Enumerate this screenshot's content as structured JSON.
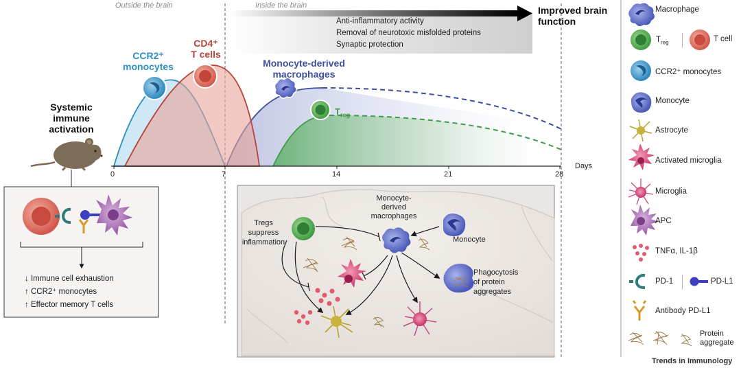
{
  "regions": {
    "outside": "Outside the brain",
    "inside": "Inside the brain"
  },
  "banner": {
    "lines": [
      "Anti-inflammatory activity",
      "Removal of neurotoxic misfolded proteins",
      "Synaptic protection"
    ]
  },
  "outcome": "Improved brain\nfunction",
  "systemic": "Systemic\nimmune\nactivation",
  "curves": {
    "ccr2": {
      "label": "CCR2⁺\nmonocytes",
      "color": "#2d8fbf"
    },
    "cd4": {
      "label": "CD4⁺\nT cells",
      "color": "#b6453b"
    },
    "mdm": {
      "label": "Monocyte-derived\nmacrophages",
      "color": "#3c4f9c"
    },
    "treg": {
      "label": "T",
      "sub": "reg",
      "color": "#3f9a4a"
    }
  },
  "axis": {
    "ticks": [
      "0",
      "7",
      "14",
      "21",
      "28"
    ],
    "unit": "Days"
  },
  "effects": [
    {
      "arrow": "↓",
      "text": "Immune cell exhaustion"
    },
    {
      "arrow": "↑",
      "text": "CCR2⁺ monocytes"
    },
    {
      "arrow": "↑",
      "text": "Effector memory T cells"
    }
  ],
  "brain": {
    "tregs": "Tregs\nsuppress\ninflammation",
    "mdm": "Monocyte-\nderived\nmacrophages",
    "monocyte": "Monocyte",
    "phago": "Phagocytosis\nof protein\naggregates"
  },
  "legend": {
    "macrophage": "Macrophage",
    "treg": {
      "main": "T",
      "sub": "reg"
    },
    "tcell": "T cell",
    "ccr2": "CCR2⁺ monocytes",
    "monocyte": "Monocyte",
    "astrocyte": "Astrocyte",
    "activated_microglia": "Activated microglia",
    "microglia": "Microglia",
    "apc": "APC",
    "cytokines": "TNFα, IL-1β",
    "pd1": "PD-1",
    "pdl1": "PD-L1",
    "antibody": "Antibody PD-L1",
    "aggregate": "Protein\naggregate"
  },
  "footer": "Trends in Immunology"
}
